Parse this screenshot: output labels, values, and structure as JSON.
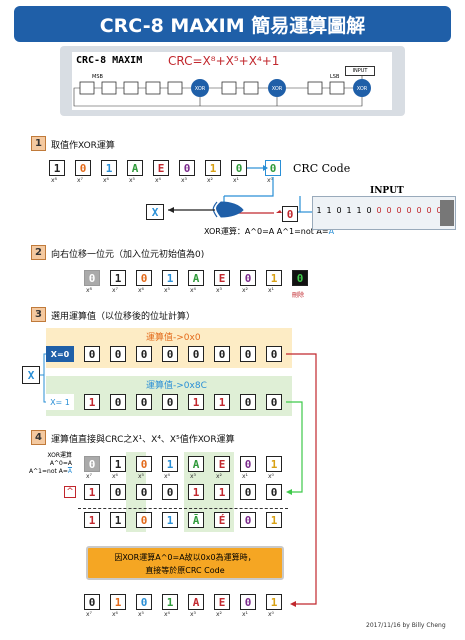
{
  "title": "CRC-8 MAXIM  簡易運算圖解",
  "header": {
    "label": "CRC-8 MAXIM",
    "formula": "CRC=X⁸+X⁵+X⁴+1",
    "msb": "MSB",
    "lsb": "LSB",
    "input": "INPUT",
    "xor": "XOR"
  },
  "steps": [
    {
      "num": "1",
      "text": "取值作XOR運算"
    },
    {
      "num": "2",
      "text": "向右位移一位元（加入位元初始值為0)"
    },
    {
      "num": "3",
      "text": "選用運算值（以位移後的位址計算）"
    },
    {
      "num": "4",
      "text": "運算值直接與CRC之X¹、X⁴、X⁵值作XOR運算"
    }
  ],
  "row1": {
    "values": [
      "1",
      "0",
      "1",
      "A",
      "E",
      "0",
      "1",
      "0",
      "0"
    ],
    "label": "CRC Code"
  },
  "input_label": "INPUT",
  "input_bits": [
    "1",
    "1",
    "0",
    "1",
    "1",
    "0",
    "0",
    "0",
    "0",
    "0",
    "0",
    "0",
    "0"
  ],
  "input_first": "0",
  "xor_box": "X",
  "xor_text": "XOR運算：A^0=A  A^1=not  A=",
  "xor_text_a": "A",
  "row2": {
    "values": [
      "0",
      "1",
      "0",
      "1",
      "A",
      "E",
      "0",
      "1",
      "0"
    ],
    "delete": "刪除"
  },
  "op0": {
    "label": "運算值->0x0",
    "sel": "X=0",
    "values": [
      "0",
      "0",
      "0",
      "0",
      "0",
      "0",
      "0",
      "0"
    ]
  },
  "op1": {
    "label": "運算值->0x8C",
    "sel": "X= 1",
    "values": [
      "1",
      "0",
      "0",
      "0",
      "1",
      "1",
      "0",
      "0"
    ]
  },
  "sel_x": "X",
  "xor_note": [
    "XOR運算",
    "A^0=A",
    "A^1=not A="
  ],
  "xor_note_a": "A",
  "row4a": [
    "0",
    "1",
    "0",
    "1",
    "A",
    "E",
    "0",
    "1"
  ],
  "row4b": [
    "1",
    "0",
    "0",
    "0",
    "1",
    "1",
    "0",
    "0"
  ],
  "row4b_op": "^",
  "row4c": [
    "1",
    "1",
    "0",
    "1",
    "Ā",
    "É",
    "0",
    "1"
  ],
  "note": {
    "line1": "因XOR運算A^0=A故以0x0為運算時，",
    "line2": "直接等於原CRC Code"
  },
  "row5": [
    "0",
    "1",
    "0",
    "1",
    "A",
    "E",
    "0",
    "1"
  ],
  "superscripts": [
    "x⁸",
    "x⁷",
    "x⁶",
    "x⁵",
    "x⁴",
    "x³",
    "x²",
    "x¹",
    "x⁰"
  ],
  "footer": "2017/11/16 by Billy Cheng"
}
